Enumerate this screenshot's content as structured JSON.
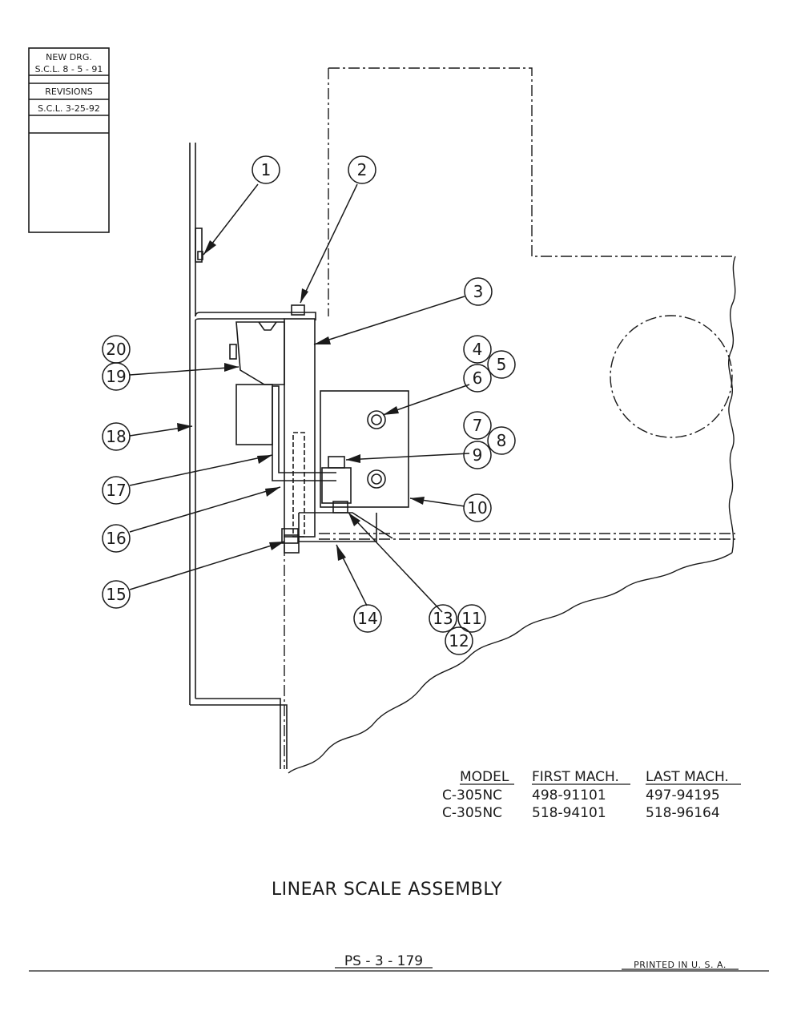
{
  "revision_block": {
    "new_drg_label": "NEW  DRG.",
    "new_drg_date": "S.C.L. 8 - 5 - 91",
    "revisions_label": "REVISIONS",
    "revision_1": "S.C.L. 3-25-92"
  },
  "callouts": [
    "1",
    "2",
    "3",
    "4",
    "5",
    "6",
    "7",
    "8",
    "9",
    "10",
    "11",
    "12",
    "13",
    "14",
    "15",
    "16",
    "17",
    "18",
    "19",
    "20"
  ],
  "model_table": {
    "headers": [
      "MODEL",
      "FIRST MACH.",
      "LAST MACH."
    ],
    "rows": [
      [
        "C-305NC",
        "498-91101",
        "497-94195"
      ],
      [
        "C-305NC",
        "518-94101",
        "518-96164"
      ]
    ]
  },
  "title": "LINEAR  SCALE  ASSEMBLY",
  "page_number": "PS - 3 - 179",
  "printed_note": "PRINTED  IN  U. S. A."
}
